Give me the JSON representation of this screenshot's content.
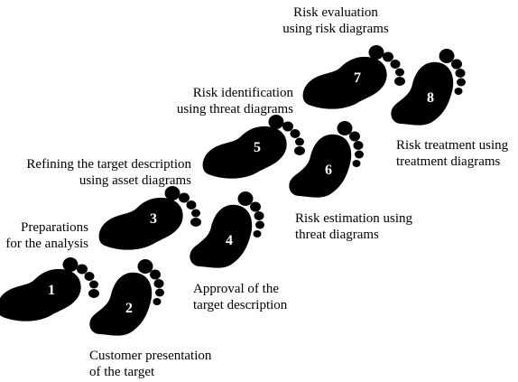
{
  "colors": {
    "foot": "#000000",
    "number": "#ffffff",
    "text": "#000000",
    "background": "#ffffff"
  },
  "steps": [
    {
      "number": "1",
      "direction": "right",
      "label_lines": [
        "Preparations",
        "for the analysis"
      ]
    },
    {
      "number": "2",
      "direction": "up",
      "label_lines": [
        "Customer presentation",
        "of the target"
      ]
    },
    {
      "number": "3",
      "direction": "right",
      "label_lines": [
        "Refining the target description",
        "using asset diagrams"
      ]
    },
    {
      "number": "4",
      "direction": "up",
      "label_lines": [
        "Approval of the",
        "target description"
      ]
    },
    {
      "number": "5",
      "direction": "right",
      "label_lines": [
        "Risk identification",
        "using threat diagrams"
      ]
    },
    {
      "number": "6",
      "direction": "up",
      "label_lines": [
        "Risk estimation using",
        "threat diagrams"
      ]
    },
    {
      "number": "7",
      "direction": "right",
      "label_lines": [
        "Risk evaluation",
        "using risk diagrams"
      ]
    },
    {
      "number": "8",
      "direction": "up",
      "label_lines": [
        "Risk treatment using",
        "treatment diagrams"
      ]
    }
  ]
}
